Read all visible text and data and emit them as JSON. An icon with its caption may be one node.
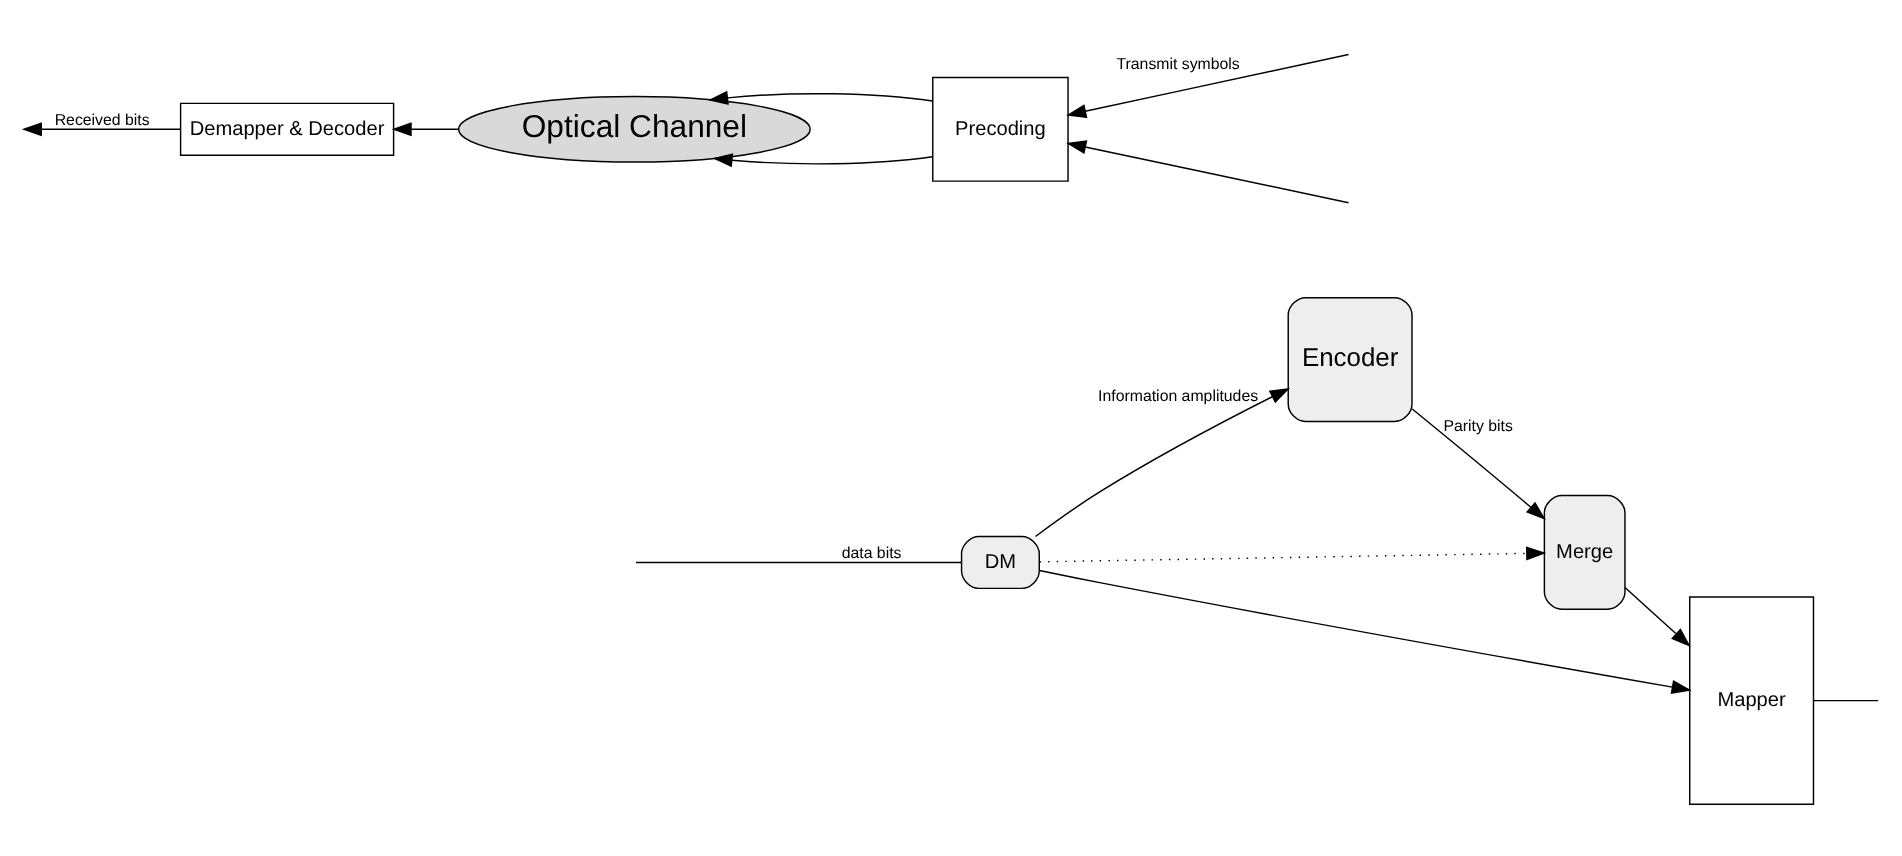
{
  "diagram": {
    "nodes": [
      {
        "text": [
          "DM"
        ]
      },
      {
        "text": [
          "Encoder"
        ]
      },
      {
        "text": [
          "Merge"
        ]
      },
      {
        "text": [
          "Mapper"
        ]
      },
      {
        "text": [
          "Demapper & Decoder"
        ]
      },
      {
        "text": [
          "Optical Channel"
        ]
      },
      {
        "text": [
          "Precoding"
        ]
      }
    ],
    "edges": [
      {
        "from": null,
        "to": 0,
        "arrow": "none",
        "label": "data bits"
      },
      {
        "from": 0,
        "to": 3,
        "arrow": "to"
      },
      {
        "from": 0,
        "to": 1,
        "arrow": "to",
        "label": "Information amplitudes"
      },
      {
        "from": 0,
        "to": 2,
        "arrow": "to",
        "style": "dashed"
      },
      {
        "from": 1,
        "to": 2,
        "arrow": "to",
        "label": "Parity bits"
      },
      {
        "from": 2,
        "to": 3,
        "arrow": "to"
      },
      {
        "from": 3,
        "to": null,
        "arrow": "none"
      },
      {
        "from": null,
        "to": 6,
        "arrow": "to",
        "label": "Transmit symbols"
      },
      {
        "from": null,
        "to": 6,
        "arrow": "to"
      },
      {
        "from": 6,
        "to": 5,
        "arrow": "to"
      },
      {
        "from": 6,
        "to": 5,
        "arrow": "to"
      },
      {
        "from": 5,
        "to": 4,
        "arrow": "to"
      },
      {
        "from": 4,
        "to": null,
        "arrow": "to",
        "label": "Received bits"
      }
    ]
  }
}
